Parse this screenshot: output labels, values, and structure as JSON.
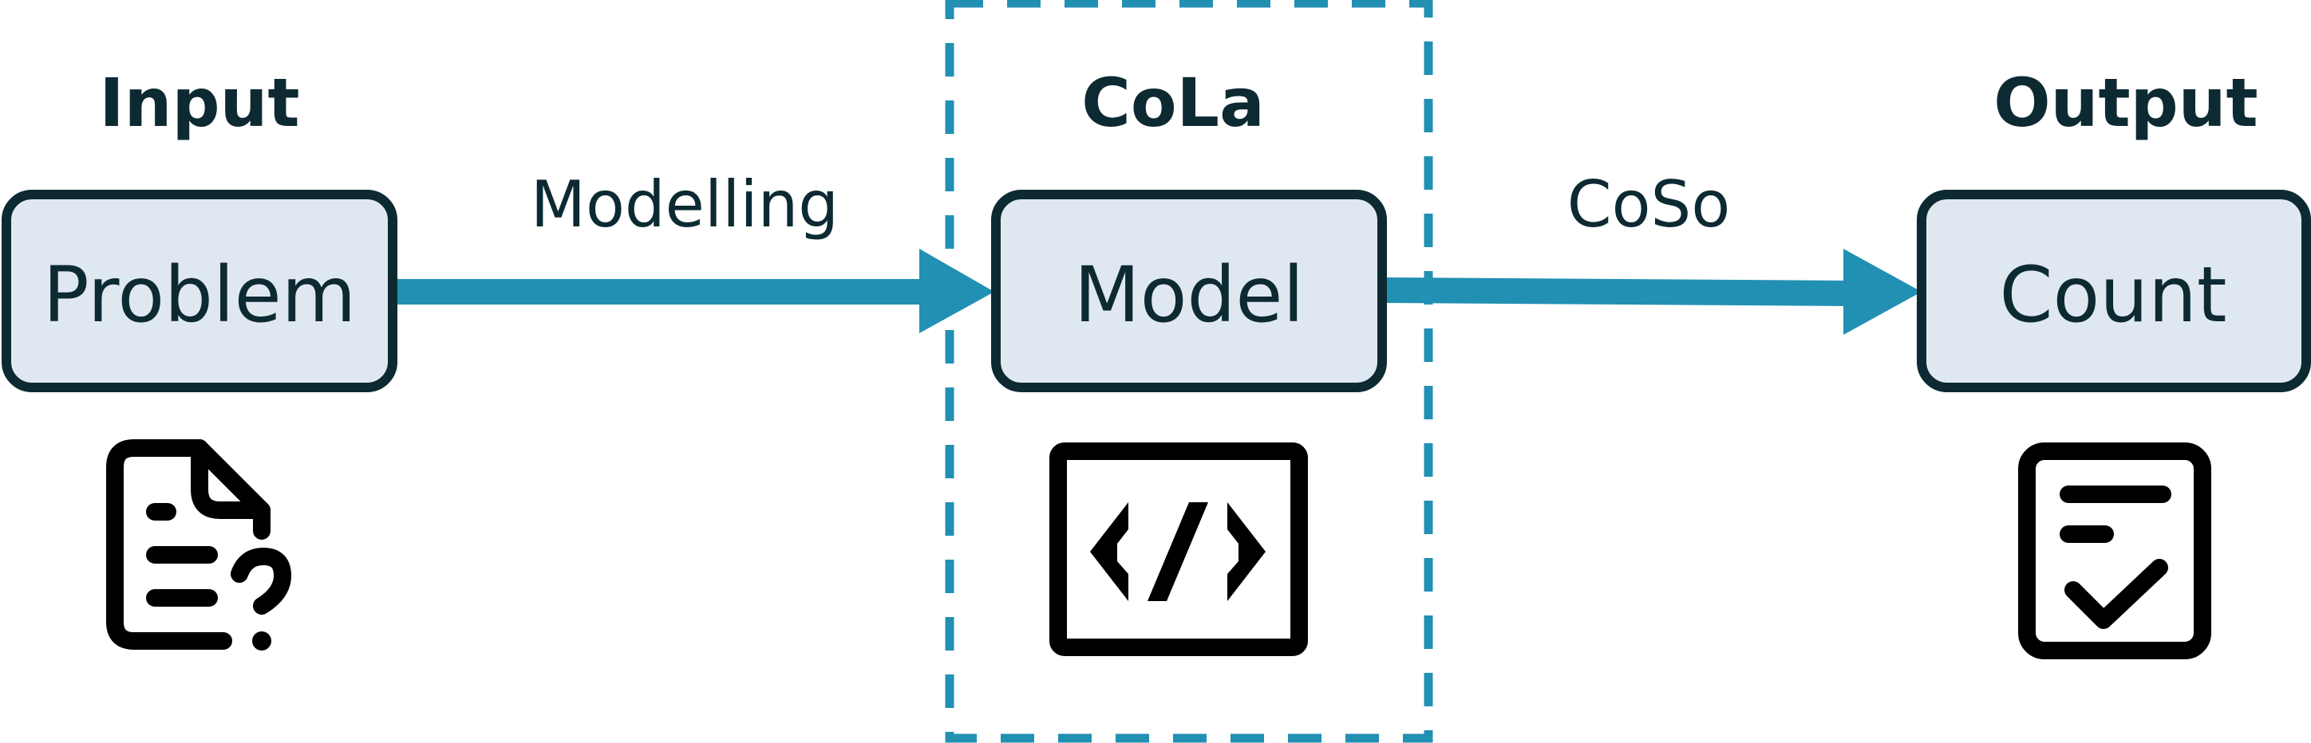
{
  "colors": {
    "accent": "#2290b3",
    "box_fill": "#dfe8f0",
    "box_stroke": "#0d2a33",
    "text": "#0d2a33",
    "icon": "#000000"
  },
  "headings": {
    "input": "Input",
    "cola": "CoLa",
    "output": "Output"
  },
  "nodes": {
    "problem": "Problem",
    "model": "Model",
    "count": "Count"
  },
  "edges": {
    "modelling": "Modelling",
    "coso": "CoSo"
  },
  "icons": {
    "problem": "document-question-icon",
    "model": "code-window-icon",
    "count": "checklist-document-icon"
  }
}
